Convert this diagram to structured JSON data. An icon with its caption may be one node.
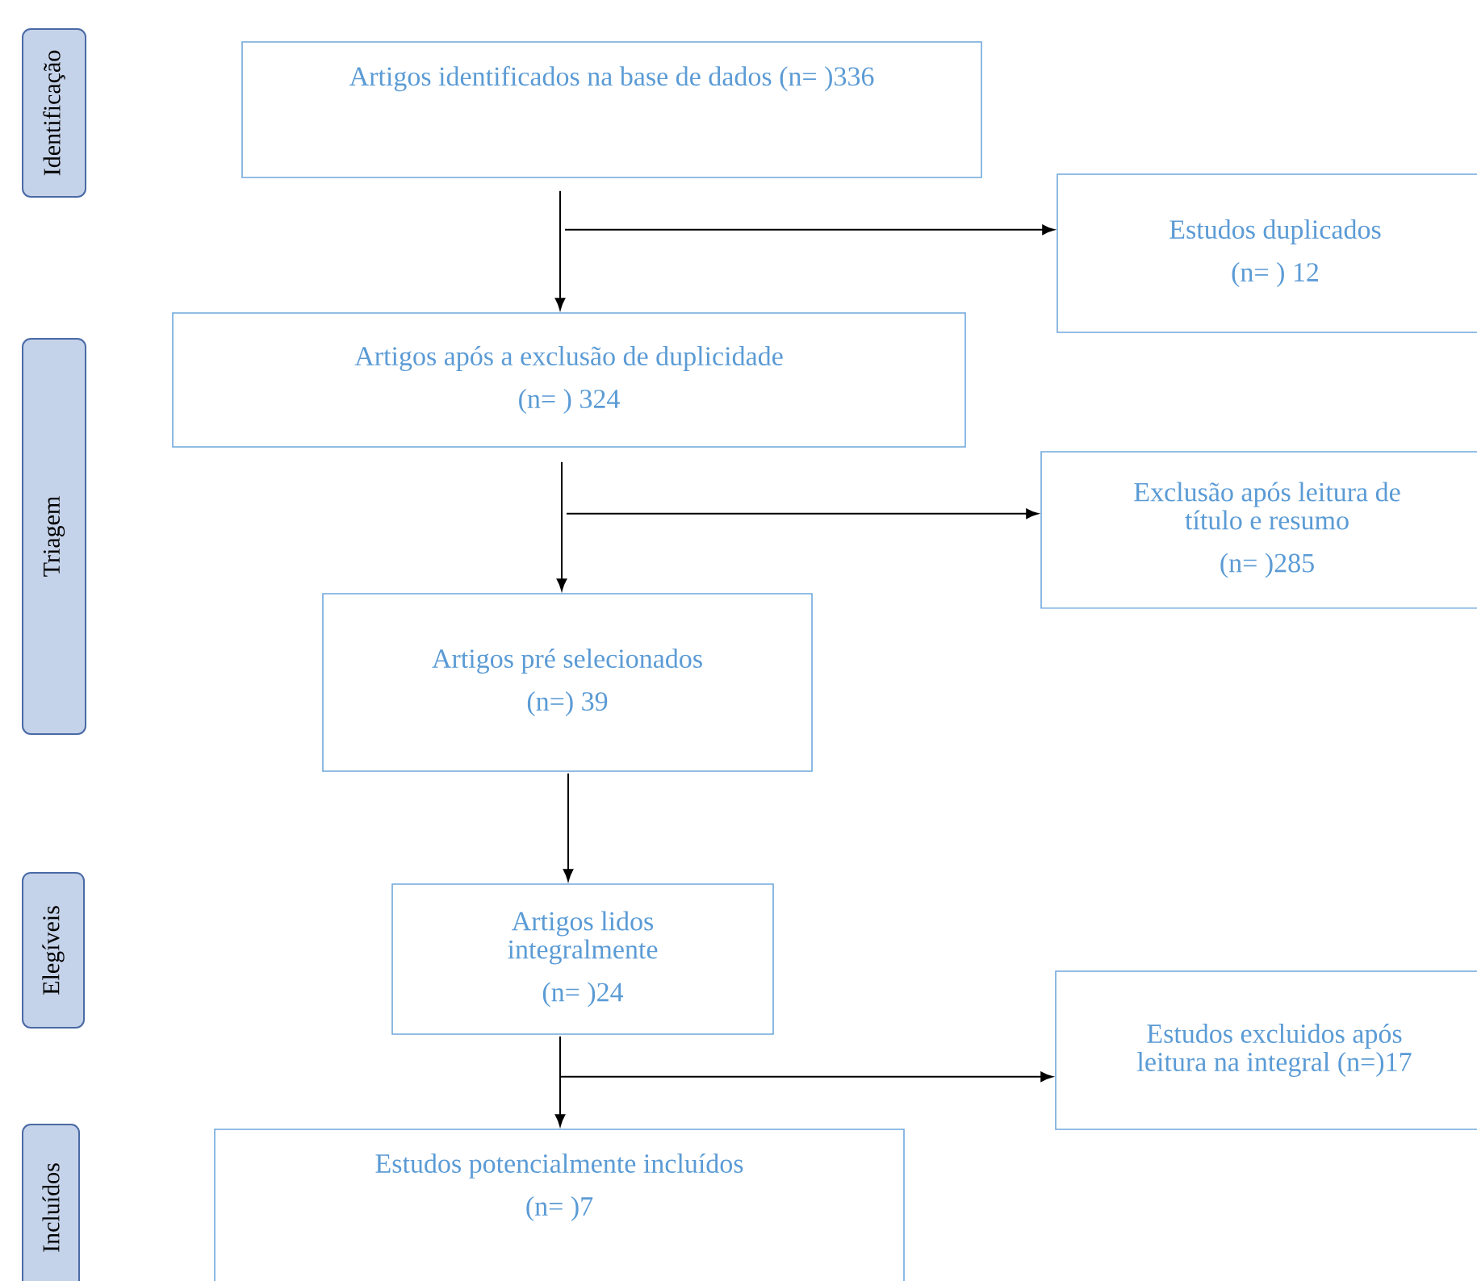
{
  "diagram": {
    "nodes": [
      {
        "text": [
          "Identificação"
        ]
      },
      {
        "text": [
          "Triagem"
        ]
      },
      {
        "text": [
          "Elegíveis"
        ]
      },
      {
        "text": [
          "Incluídos"
        ]
      },
      {
        "text": [
          "Artigos identificados na base de dados (n= )336"
        ]
      },
      {
        "text": [
          "Estudos duplicados",
          "(n= ) 12"
        ]
      },
      {
        "text": [
          "Artigos após a exclusão de duplicidade",
          "(n= ) 324"
        ]
      },
      {
        "text": [
          "Exclusão após leitura de título e resumo",
          "(n= )285"
        ]
      },
      {
        "text": [
          "Artigos pré selecionados",
          "(n=) 39"
        ]
      },
      {
        "text": [
          "Artigos lidos integralmente",
          "(n= )24"
        ]
      },
      {
        "text": [
          "Estudos excluidos após leitura na integral (n=)17"
        ]
      },
      {
        "text": [
          "Estudos potencialmente incluídos",
          "(n= )7"
        ]
      }
    ],
    "edges": [
      {
        "from": 4,
        "to": 6,
        "arrow": "to"
      },
      {
        "from": 4,
        "to": 5,
        "arrow": "to"
      },
      {
        "from": 6,
        "to": 8,
        "arrow": "to"
      },
      {
        "from": 6,
        "to": 7,
        "arrow": "to"
      },
      {
        "from": 8,
        "to": 9,
        "arrow": "to"
      },
      {
        "from": 9,
        "to": 11,
        "arrow": "to"
      },
      {
        "from": 9,
        "to": 10,
        "arrow": "to"
      }
    ]
  }
}
